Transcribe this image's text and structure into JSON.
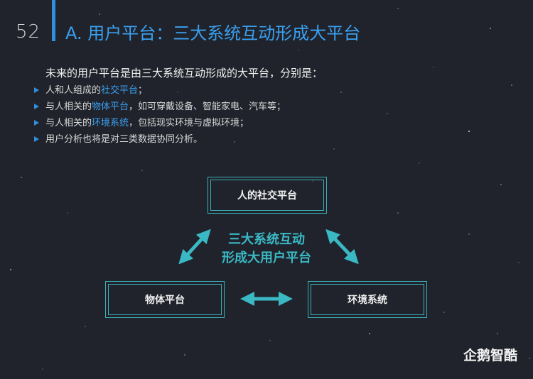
{
  "page_number": "52",
  "title": "A. 用户平台：三大系统互动形成大平台",
  "intro": "未来的用户平台是由三大系统互动形成的大平台，分别是：",
  "bullets": [
    {
      "pre": "人和人组成的",
      "hl": "社交平台",
      "post": "；"
    },
    {
      "pre": "与人相关的",
      "hl": "物体平台",
      "post": "，如可穿戴设备、智能家电、汽车等；"
    },
    {
      "pre": "与人相关的",
      "hl": "环境系统",
      "post": "，包括现实环境与虚拟环境；"
    },
    {
      "pre": "用户分析也将是对三类数据协同分析。",
      "hl": "",
      "post": ""
    }
  ],
  "diagram": {
    "top_box": "人的社交平台",
    "left_box": "物体平台",
    "right_box": "环境系统",
    "center_line1": "三大系统互动",
    "center_line2": "形成大用户平台"
  },
  "logo": "企鹅智酷",
  "colors": {
    "background": "#20232b",
    "accent_blue": "#2e8fe0",
    "accent_teal": "#3ab8c4"
  }
}
